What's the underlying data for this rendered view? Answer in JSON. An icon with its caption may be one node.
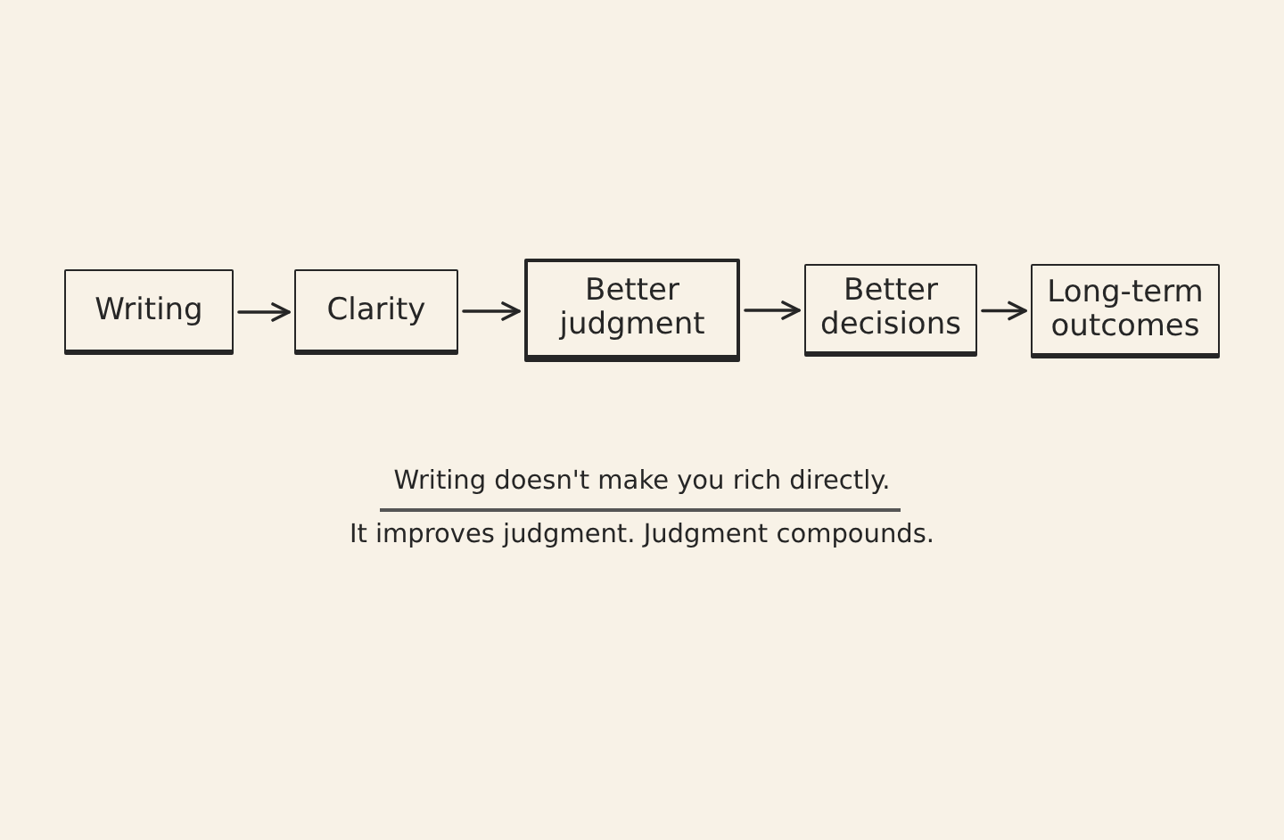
{
  "diagram": {
    "nodes": [
      {
        "text": [
          "Writing"
        ]
      },
      {
        "text": [
          "Clarity"
        ]
      },
      {
        "text": [
          "Better judgment"
        ]
      },
      {
        "text": [
          "Better decisions"
        ]
      },
      {
        "text": [
          "Long-term outcomes"
        ]
      }
    ],
    "edges": [
      {
        "from": 0,
        "to": 1,
        "arrow": "to"
      },
      {
        "from": 1,
        "to": 2,
        "arrow": "to"
      },
      {
        "from": 2,
        "to": 3,
        "arrow": "to"
      },
      {
        "from": 3,
        "to": 4,
        "arrow": "to"
      }
    ],
    "labels": [
      "Writing doesn't make you rich directly.",
      "It improves judgment. Judgment compounds."
    ]
  }
}
